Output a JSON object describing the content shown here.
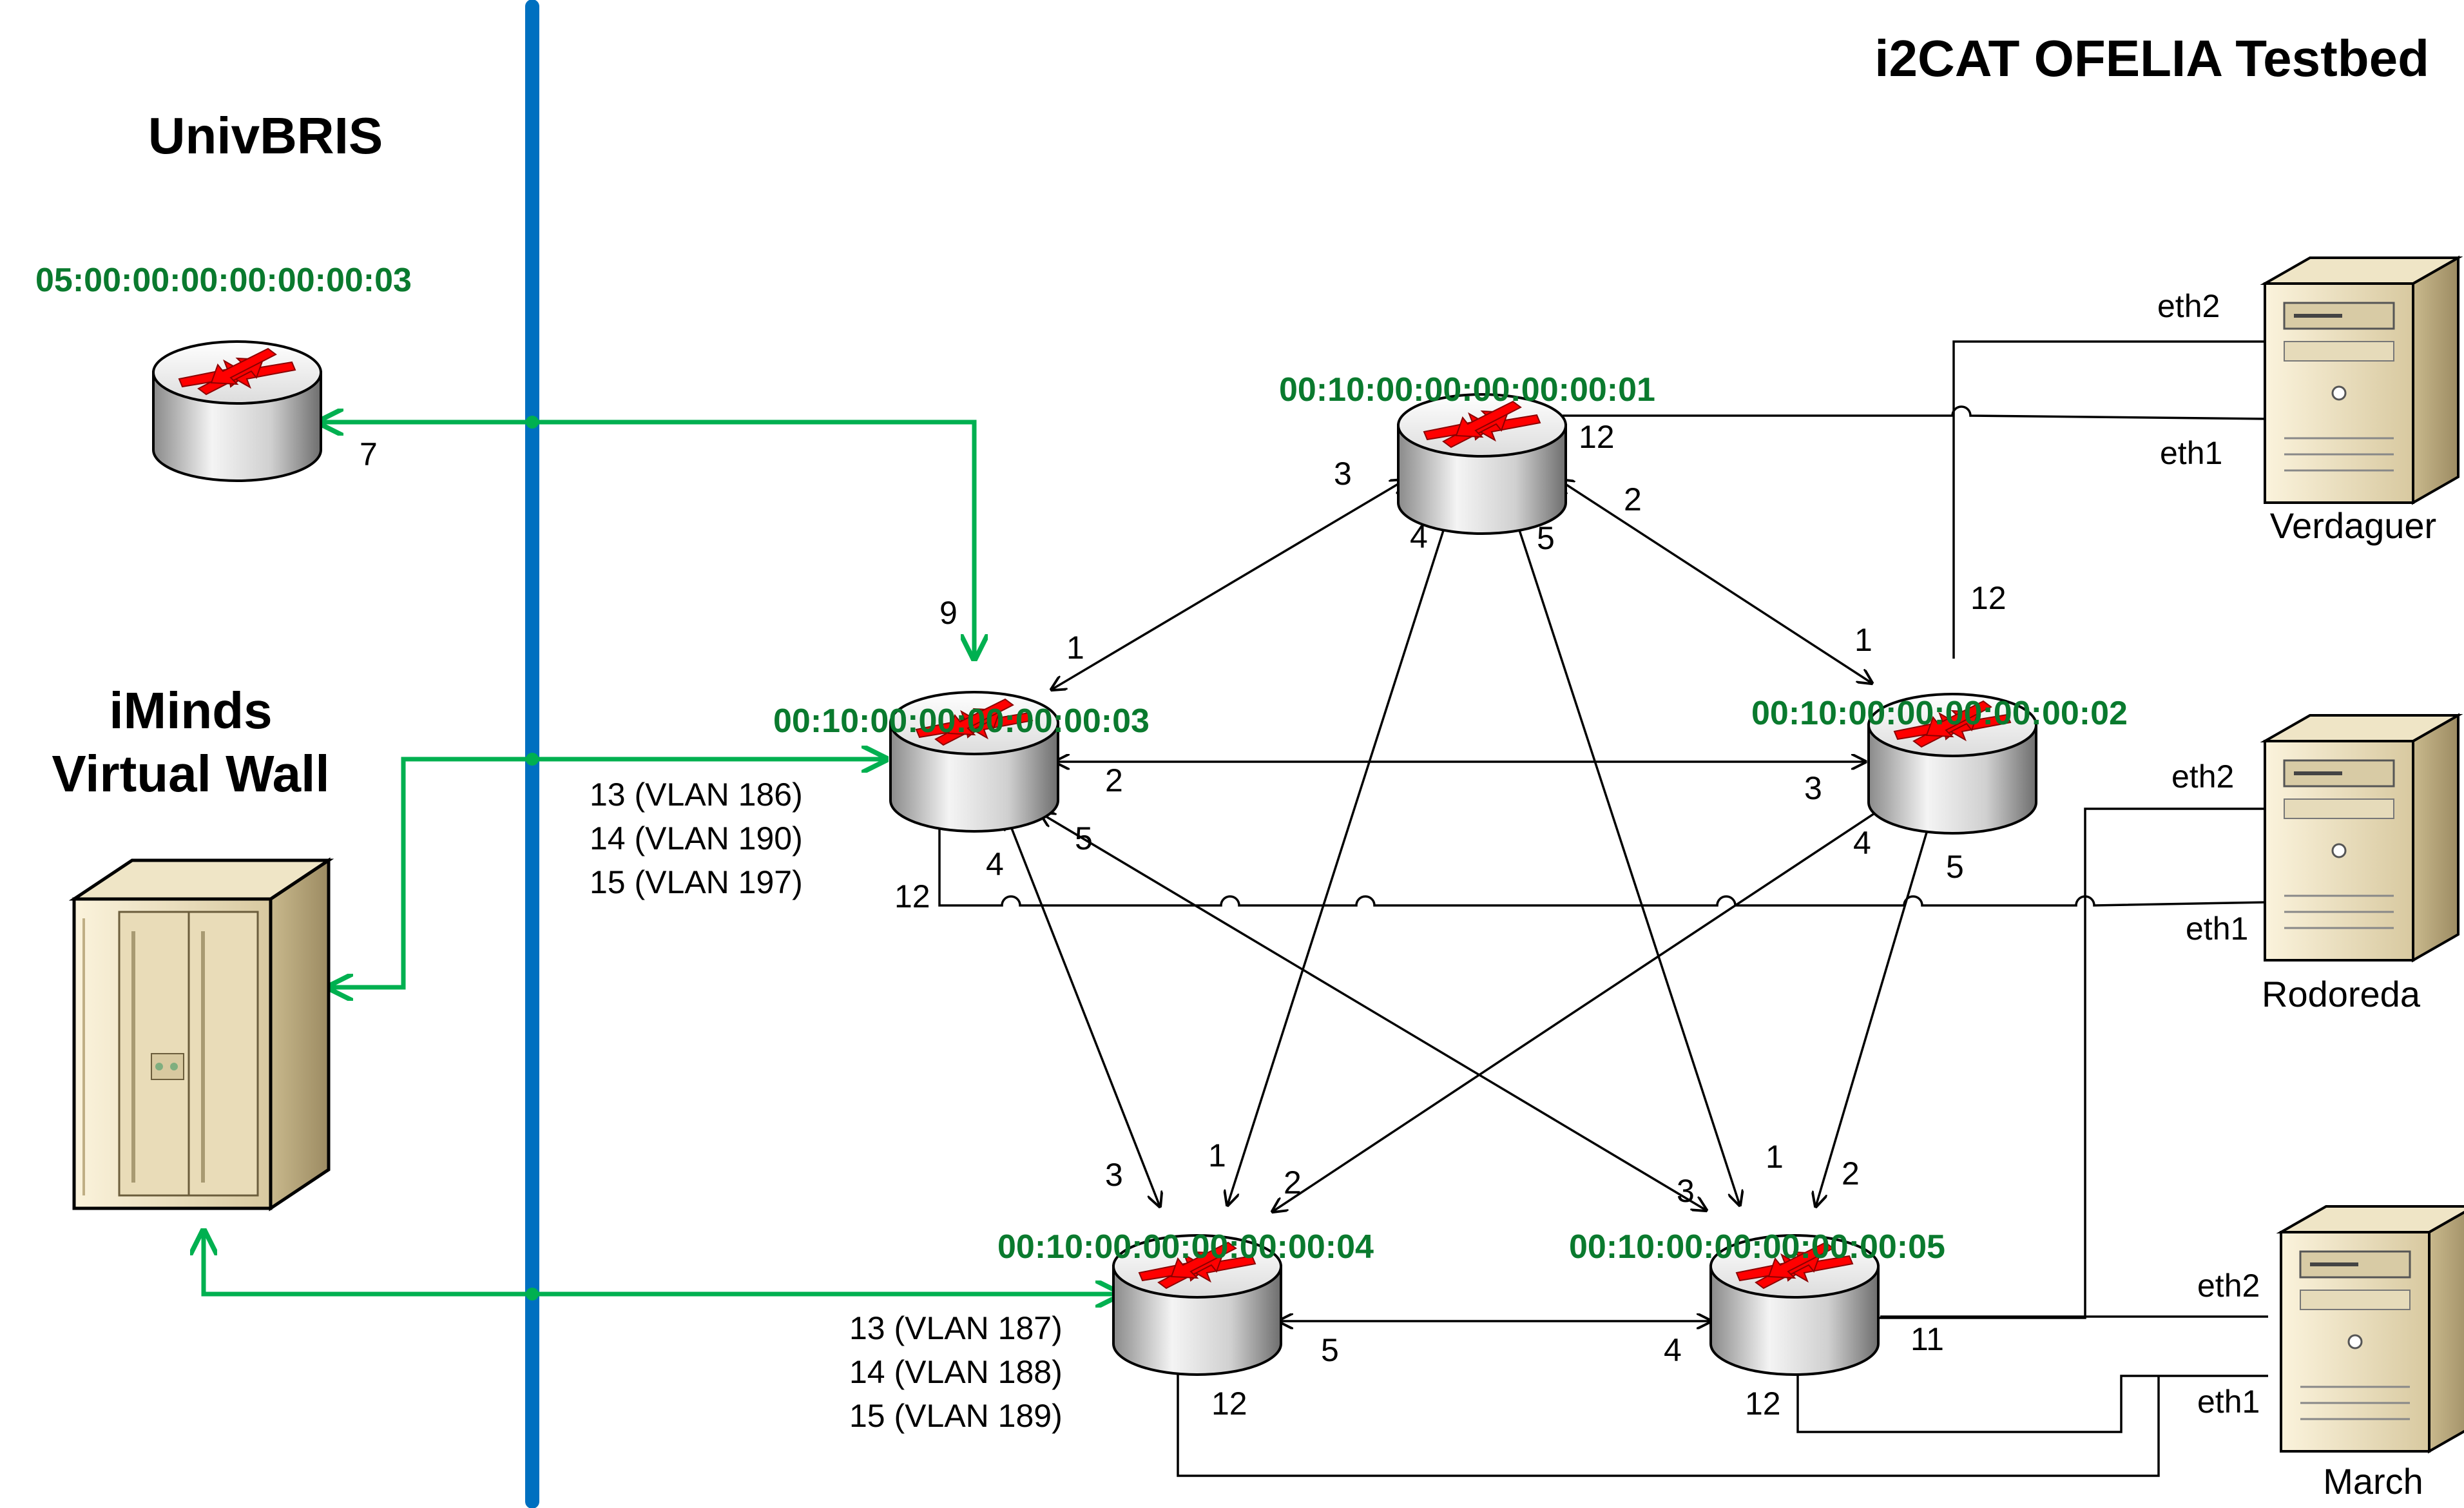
{
  "title": "i2CAT OFELIA Testbed",
  "sites": {
    "univbris": "UnivBRIS",
    "iminds_line1": "iMinds",
    "iminds_line2": "Virtual Wall"
  },
  "colors": {
    "backbone": "#0070c0",
    "green_link": "#00b050",
    "dpid_text": "#0a7a2e",
    "black_link": "#000000",
    "router_arrow": "#ff0000",
    "server_body": "#e8dcc0"
  },
  "switches": {
    "univbris": {
      "dpid": "05:00:00:00:00:00:00:03",
      "port": "7"
    },
    "s1": {
      "dpid": "00:10:00:00:00:00:00:01"
    },
    "s2": {
      "dpid": "00:10:00:00:00:00:00:02"
    },
    "s3": {
      "dpid": "00:10:00:00:00:00:00:03"
    },
    "s4": {
      "dpid": "00:10:00:00:00:00:00:04"
    },
    "s5": {
      "dpid": "00:10:00:00:00:00:00:05"
    }
  },
  "ports": {
    "s1": {
      "p3": "3",
      "p4": "4",
      "p5": "5",
      "p2": "2",
      "p12": "12"
    },
    "s2": {
      "p1": "1",
      "p3": "3",
      "p4": "4",
      "p5": "5",
      "p12": "12"
    },
    "s3": {
      "p9": "9",
      "p1": "1",
      "p2": "2",
      "p4": "4",
      "p5": "5",
      "p12": "12"
    },
    "s4": {
      "p3": "3",
      "p1": "1",
      "p2": "2",
      "p5": "5",
      "p12": "12"
    },
    "s5": {
      "p3": "3",
      "p1": "1",
      "p2": "2",
      "p4": "4",
      "p11": "11",
      "p12": "12"
    }
  },
  "vlans": {
    "s3": [
      "13 (VLAN 186)",
      "14 (VLAN 190)",
      "15 (VLAN 197)"
    ],
    "s4": [
      "13 (VLAN 187)",
      "14 (VLAN 188)",
      "15 (VLAN 189)"
    ]
  },
  "servers": [
    {
      "name": "Verdaguer",
      "eth2": "eth2",
      "eth1": "eth1"
    },
    {
      "name": "Rodoreda",
      "eth2": "eth2",
      "eth1": "eth1"
    },
    {
      "name": "March",
      "eth2": "eth2",
      "eth1": "eth1"
    }
  ],
  "icons": [
    "router-icon",
    "server-tower-icon",
    "server-rack-icon"
  ]
}
